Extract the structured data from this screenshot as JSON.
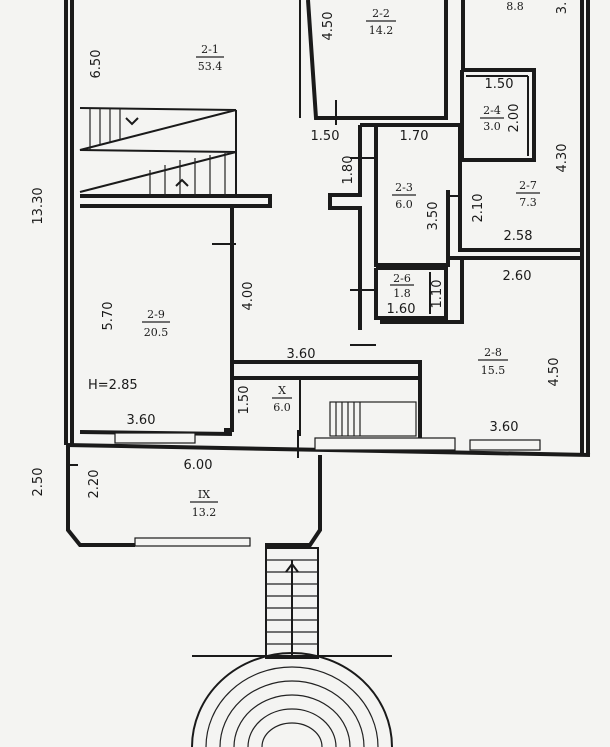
{
  "rooms": [
    {
      "id": "2-1",
      "area": "53.4"
    },
    {
      "id": "2-2",
      "area": "14.2"
    },
    {
      "id": "2-3",
      "area": "6.0"
    },
    {
      "id": "2-4",
      "area": "3.0"
    },
    {
      "id": "2-6",
      "area": "1.8"
    },
    {
      "id": "2-7",
      "area": "7.3"
    },
    {
      "id": "2-8",
      "area": "15.5"
    },
    {
      "id": "2-9",
      "area": "20.5"
    },
    {
      "id": "X",
      "area": "6.0"
    },
    {
      "id": "IX",
      "area": "13.2"
    },
    {
      "id": "",
      "area": "8.8"
    }
  ],
  "dimensions": [
    "6.50",
    "13.30",
    "4.50",
    "1.50",
    "1.70",
    "1.50",
    "2.00",
    "4.30",
    "1.80",
    "3.50",
    "2.10",
    "2.58",
    "2.60",
    "1.10",
    "1.60",
    "4.00",
    "5.70",
    "3.60",
    "1.50",
    "3.60",
    "4.50",
    "6.00",
    "2.50",
    "2.20",
    "3.60",
    "3."
  ],
  "height_note": "H=2.85"
}
